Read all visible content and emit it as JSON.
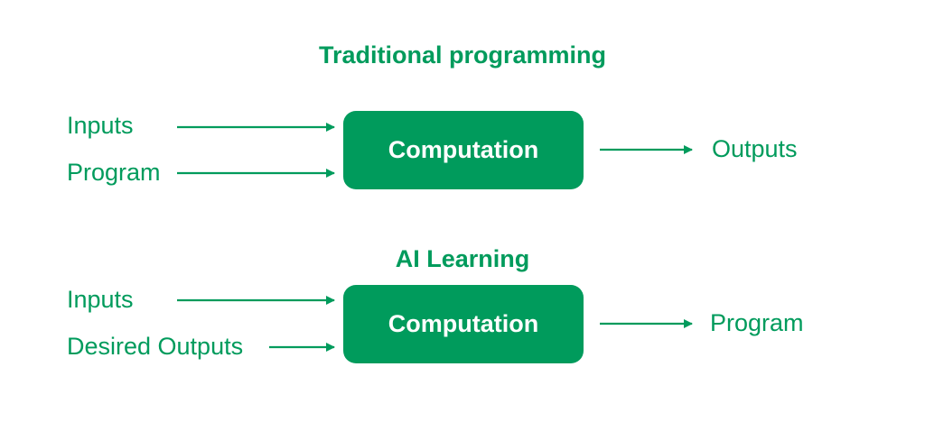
{
  "colors": {
    "accent": "#009b5c",
    "background": "#ffffff",
    "box_text": "#ffffff"
  },
  "sections": {
    "traditional": {
      "title": "Traditional programming",
      "inputs": [
        "Inputs",
        "Program"
      ],
      "box_label": "Computation",
      "output": "Outputs"
    },
    "ai": {
      "title": "AI Learning",
      "inputs": [
        "Inputs",
        "Desired Outputs"
      ],
      "box_label": "Computation",
      "output": "Program"
    }
  }
}
